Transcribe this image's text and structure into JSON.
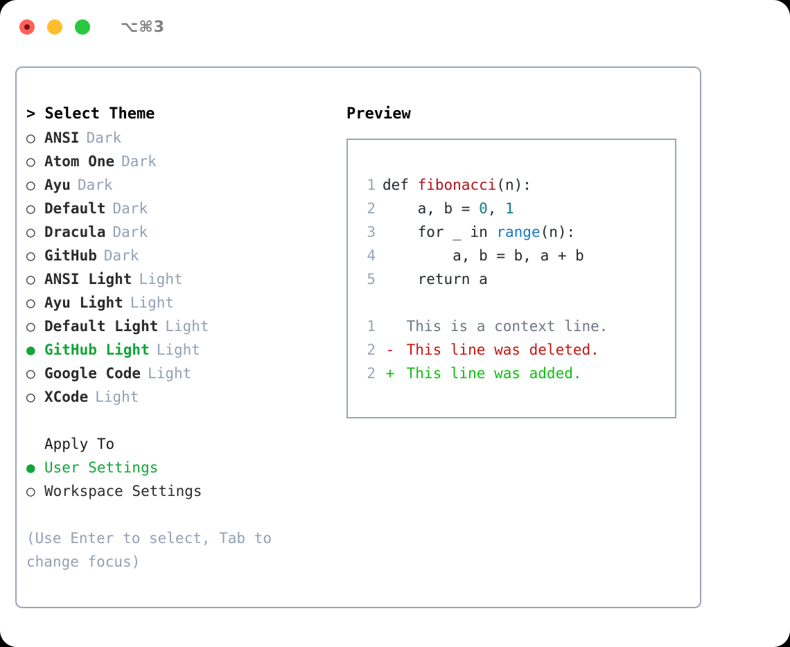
{
  "titlebar": {
    "shortcut": "⌥⌘3",
    "lights": [
      {
        "name": "close",
        "color": "#ff6059"
      },
      {
        "name": "minimize",
        "color": "#ffbd2e"
      },
      {
        "name": "maximize",
        "color": "#28c840"
      }
    ]
  },
  "theme_picker": {
    "header": "> Select Theme",
    "selected_theme": "GitHub Light",
    "selected_bullet": "●",
    "unselected_bullet": "○",
    "items": [
      {
        "label": "ANSI",
        "badge": "Dark",
        "selected": false
      },
      {
        "label": "Atom One",
        "badge": "Dark",
        "selected": false
      },
      {
        "label": "Ayu",
        "badge": "Dark",
        "selected": false
      },
      {
        "label": "Default",
        "badge": "Dark",
        "selected": false
      },
      {
        "label": "Dracula",
        "badge": "Dark",
        "selected": false
      },
      {
        "label": "GitHub",
        "badge": "Dark",
        "selected": false
      },
      {
        "label": "ANSI Light",
        "badge": "Light",
        "selected": false
      },
      {
        "label": "Ayu Light",
        "badge": "Light",
        "selected": false
      },
      {
        "label": "Default Light",
        "badge": "Light",
        "selected": false
      },
      {
        "label": "GitHub Light",
        "badge": "Light",
        "selected": true
      },
      {
        "label": "Google Code",
        "badge": "Light",
        "selected": false
      },
      {
        "label": "XCode",
        "badge": "Light",
        "selected": false
      }
    ]
  },
  "apply_to": {
    "header": "Apply To",
    "options": [
      {
        "label": "User Settings",
        "selected": true
      },
      {
        "label": "Workspace Settings",
        "selected": false
      }
    ]
  },
  "hint": "(Use Enter to select, Tab to change focus)",
  "preview": {
    "title": "Preview",
    "code_lines": [
      {
        "no": "1",
        "parts": [
          {
            "t": "def ",
            "c": "code-text"
          },
          {
            "t": "fibonacci",
            "c": "tok-fn"
          },
          {
            "t": "(n):",
            "c": "code-text"
          }
        ]
      },
      {
        "no": "2",
        "parts": [
          {
            "t": "    a, b = ",
            "c": "code-text"
          },
          {
            "t": "0",
            "c": "tok-num"
          },
          {
            "t": ", ",
            "c": "code-text"
          },
          {
            "t": "1",
            "c": "tok-num"
          }
        ]
      },
      {
        "no": "3",
        "parts": [
          {
            "t": "    for _ in ",
            "c": "code-text"
          },
          {
            "t": "range",
            "c": "tok-kw"
          },
          {
            "t": "(n):",
            "c": "code-text"
          }
        ]
      },
      {
        "no": "4",
        "parts": [
          {
            "t": "        a, b = b, a + b",
            "c": "code-text"
          }
        ]
      },
      {
        "no": "5",
        "parts": [
          {
            "t": "    return a",
            "c": "code-text"
          }
        ]
      }
    ],
    "diff_lines": [
      {
        "no": "1",
        "marker": " ",
        "text": "This is a context line.",
        "kind": "diff-ctx"
      },
      {
        "no": "2",
        "marker": "-",
        "text": "This line was deleted.",
        "kind": "diff-del"
      },
      {
        "no": "2",
        "marker": "+",
        "text": "This line was added.",
        "kind": "diff-add"
      }
    ]
  },
  "colors": {
    "accent_green": "#13a538",
    "muted_blue_gray": "#93a0b4",
    "border": "#9aa5b8",
    "diff_add": "#10bd10",
    "diff_del": "#c4140f",
    "code_fn": "#b3121a",
    "code_num": "#0b7a82",
    "code_kw": "#1678c2"
  }
}
